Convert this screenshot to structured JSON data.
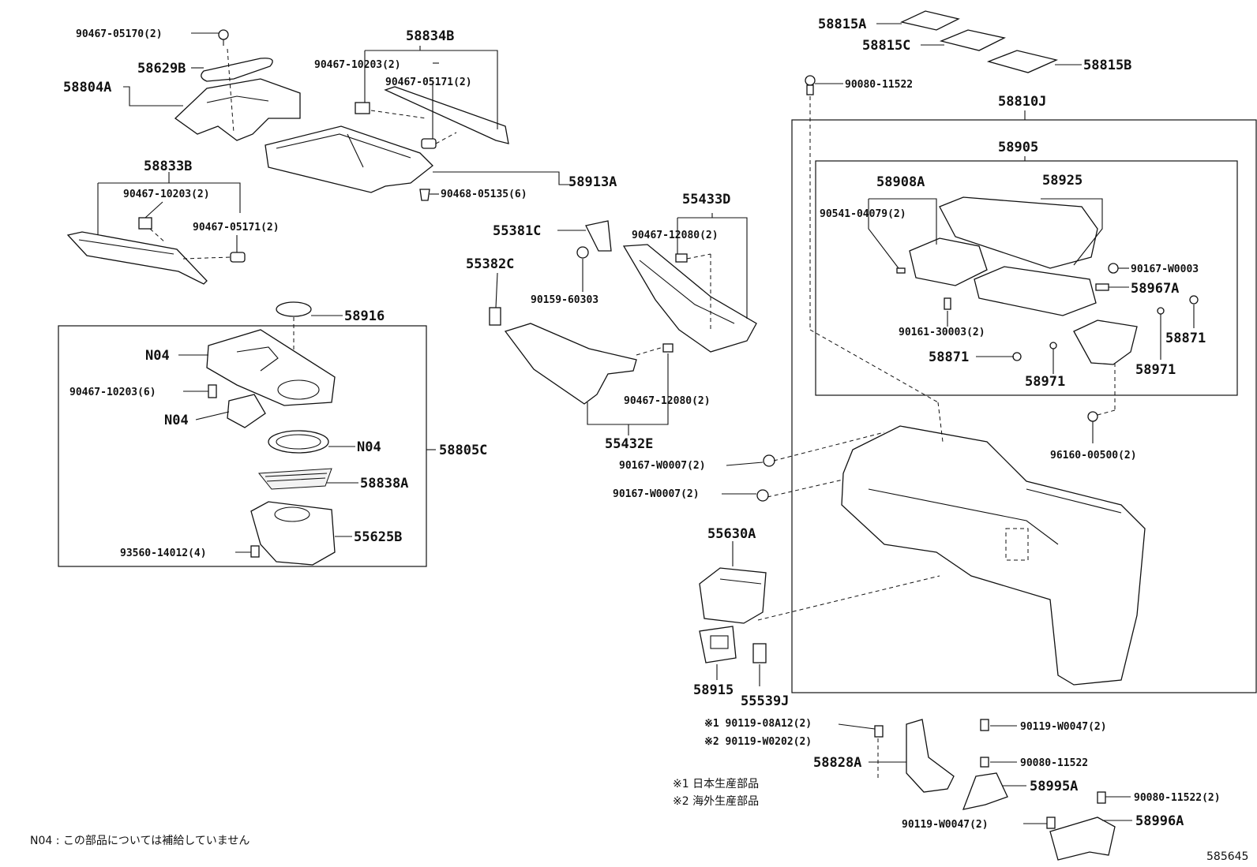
{
  "diagram_id": "585645",
  "labels": {
    "p58815A": "58815A",
    "p58815C": "58815C",
    "p58815B": "58815B",
    "p90080_11522_top": "90080-11522",
    "p58810J": "58810J",
    "p58905": "58905",
    "p58908A": "58908A",
    "p58925": "58925",
    "p90541_04079": "90541-04079(2)",
    "p90167_W0003": "90167-W0003",
    "p58967A": "58967A",
    "p58871_r": "58871",
    "p90161_30003": "90161-30003(2)",
    "p58871_l": "58871",
    "p58971_l": "58971",
    "p58971_r": "58971",
    "p96160_00500": "96160-00500(2)",
    "p90467_05170": "90467-05170(2)",
    "p58834B": "58834B",
    "p58629B": "58629B",
    "p58804A": "58804A",
    "p90467_10203_a": "90467-10203(2)",
    "p90467_05171_a": "90467-05171(2)",
    "p58833B": "58833B",
    "p90467_10203_b": "90467-10203(2)",
    "p90467_05171_b": "90467-05171(2)",
    "p90468_05135": "90468-05135(6)",
    "p58913A": "58913A",
    "p55433D": "55433D",
    "p55381C": "55381C",
    "p90467_12080_a": "90467-12080(2)",
    "p55382C": "55382C",
    "p90159_60303": "90159-60303",
    "p90467_12080_b": "90467-12080(2)",
    "p55432E": "55432E",
    "p58916": "58916",
    "pN04_a": "N04",
    "p90467_10203_c": "90467-10203(6)",
    "pN04_b": "N04",
    "pN04_c": "N04",
    "p58805C": "58805C",
    "p58838A": "58838A",
    "p55625B": "55625B",
    "p93560_14012": "93560-14012(4)",
    "p90167_W0007_a": "90167-W0007(2)",
    "p90167_W0007_b": "90167-W0007(2)",
    "p55630A": "55630A",
    "p58915": "58915",
    "p55539J": "55539J",
    "p90119_08A12": "※1 90119-08A12(2)",
    "p90119_W0202": "※2 90119-W0202(2)",
    "p58828A": "58828A",
    "p90119_W0047_a": "90119-W0047(2)",
    "p90080_11522_m": "90080-11522",
    "p58995A": "58995A",
    "p90080_11522_b": "90080-11522(2)",
    "p90119_W0047_b": "90119-W0047(2)",
    "p58996A": "58996A"
  },
  "notes": {
    "n1": "※1 日本生産部品",
    "n2": "※2 海外生産部品",
    "n04": "N04 : この部品については補給していません"
  }
}
